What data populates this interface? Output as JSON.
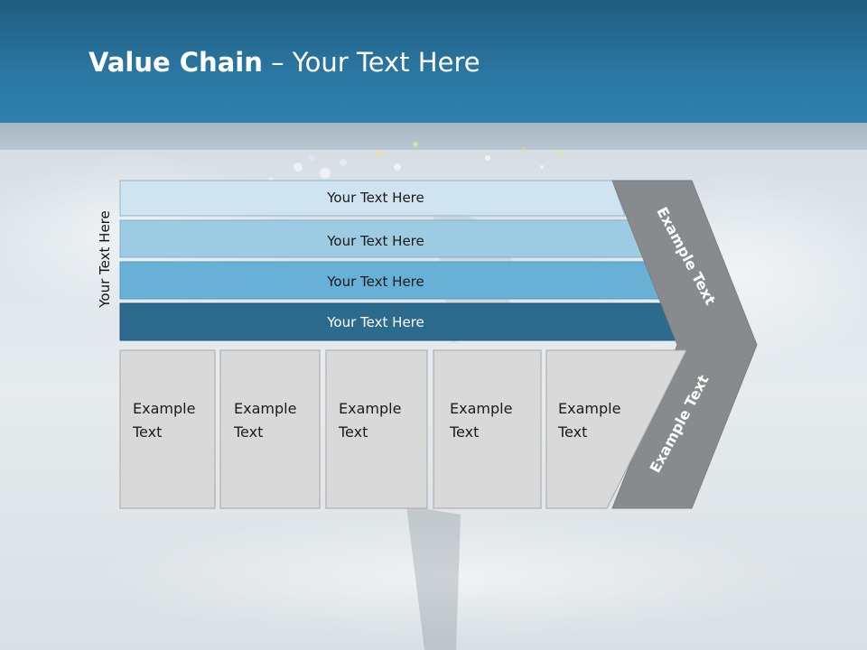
{
  "title": {
    "bold": "Value Chain",
    "rest": " – Your Text Here"
  },
  "side_label": "Your Text Here",
  "bands": [
    {
      "label": "Your Text Here",
      "fill": "#cfe3f0",
      "text_color": "#1a1a1a"
    },
    {
      "label": "Your Text Here",
      "fill": "#9ccbe3",
      "text_color": "#1a1a1a"
    },
    {
      "label": "Your Text Here",
      "fill": "#68b0d6",
      "text_color": "#1a1a1a"
    },
    {
      "label": "Your Text Here",
      "fill": "#2c6b8e",
      "text_color": "#ffffff"
    }
  ],
  "columns": [
    {
      "line1": "Example",
      "line2": "Text"
    },
    {
      "line1": "Example",
      "line2": "Text"
    },
    {
      "line1": "Example",
      "line2": "Text"
    },
    {
      "line1": "Example",
      "line2": "Text"
    },
    {
      "line1": "Example",
      "line2": "Text"
    }
  ],
  "chevron": {
    "upper_label": "Example Text",
    "lower_label": "Example Text",
    "fill": "#888b8d"
  },
  "colors": {
    "header": "#2b77a3",
    "column_fill": "#d9d9d9",
    "column_stroke": "#a6a6a6"
  }
}
